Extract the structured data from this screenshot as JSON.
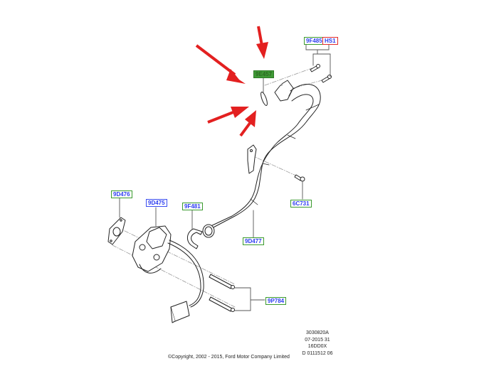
{
  "diagram": {
    "title": "EGR valve and pipe assembly",
    "callouts": [
      {
        "id": "9F485",
        "label": "9F485",
        "style": "normal"
      },
      {
        "id": "HS1",
        "label": "HS1",
        "style": "red"
      },
      {
        "id": "9E457",
        "label": "9E457",
        "style": "highlighted"
      },
      {
        "id": "9D476",
        "label": "9D476",
        "style": "normal"
      },
      {
        "id": "9D475",
        "label": "9D475",
        "style": "blue-border"
      },
      {
        "id": "9F481",
        "label": "9F481",
        "style": "normal"
      },
      {
        "id": "6C731",
        "label": "6C731",
        "style": "normal"
      },
      {
        "id": "9D477",
        "label": "9D477",
        "style": "normal"
      },
      {
        "id": "9P784",
        "label": "9P784",
        "style": "normal"
      }
    ],
    "annotation_arrows": {
      "count": 4,
      "color": "#e32020",
      "target": "9E457"
    }
  },
  "footer": {
    "copyright": "©Copyright, 2002 - 2015, Ford Motor Company Limited",
    "ref_lines": [
      "3030820A",
      "07-2015 31",
      "16DD0X",
      "D 0111512 06"
    ]
  },
  "colors": {
    "callout_border_green": "#3a9a2e",
    "callout_border_red": "#e22b2b",
    "callout_text_blue": "#2b3cf0",
    "highlight_fill": "#3f9a36",
    "arrow_red": "#e32020"
  }
}
